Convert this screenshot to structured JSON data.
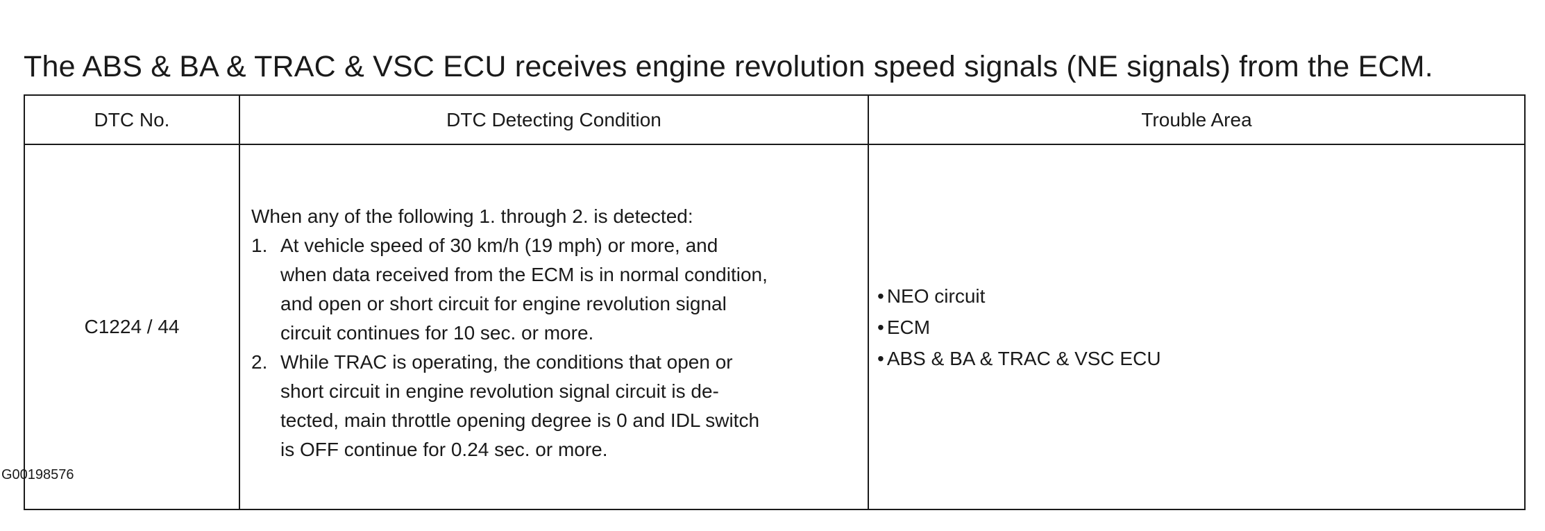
{
  "intro": "The ABS & BA & TRAC & VSC ECU receives engine revolution speed signals (NE signals) from the ECM.",
  "table": {
    "headers": [
      "DTC No.",
      "DTC Detecting Condition",
      "Trouble Area"
    ],
    "row": {
      "dtc_no": "C1224 / 44",
      "condition_lead": "When any of the following 1. through 2. is detected:",
      "conditions": [
        {
          "num": "1.",
          "lines": [
            "At vehicle speed of 30 km/h (19 mph) or more, and",
            "when data received from the ECM is in normal condition,",
            "and open or short circuit for engine revolution signal",
            "circuit continues for 10 sec. or more."
          ]
        },
        {
          "num": "2.",
          "lines": [
            "While TRAC is operating, the conditions that open or",
            "short circuit in engine revolution signal circuit is de-",
            "tected, main throttle opening degree is 0 and IDL switch",
            "is OFF continue for 0.24 sec. or more."
          ]
        }
      ],
      "bullet": "•",
      "trouble_areas": [
        "NEO circuit",
        "ECM",
        "ABS & BA & TRAC & VSC ECU"
      ]
    }
  },
  "figure_id": "G00198576"
}
